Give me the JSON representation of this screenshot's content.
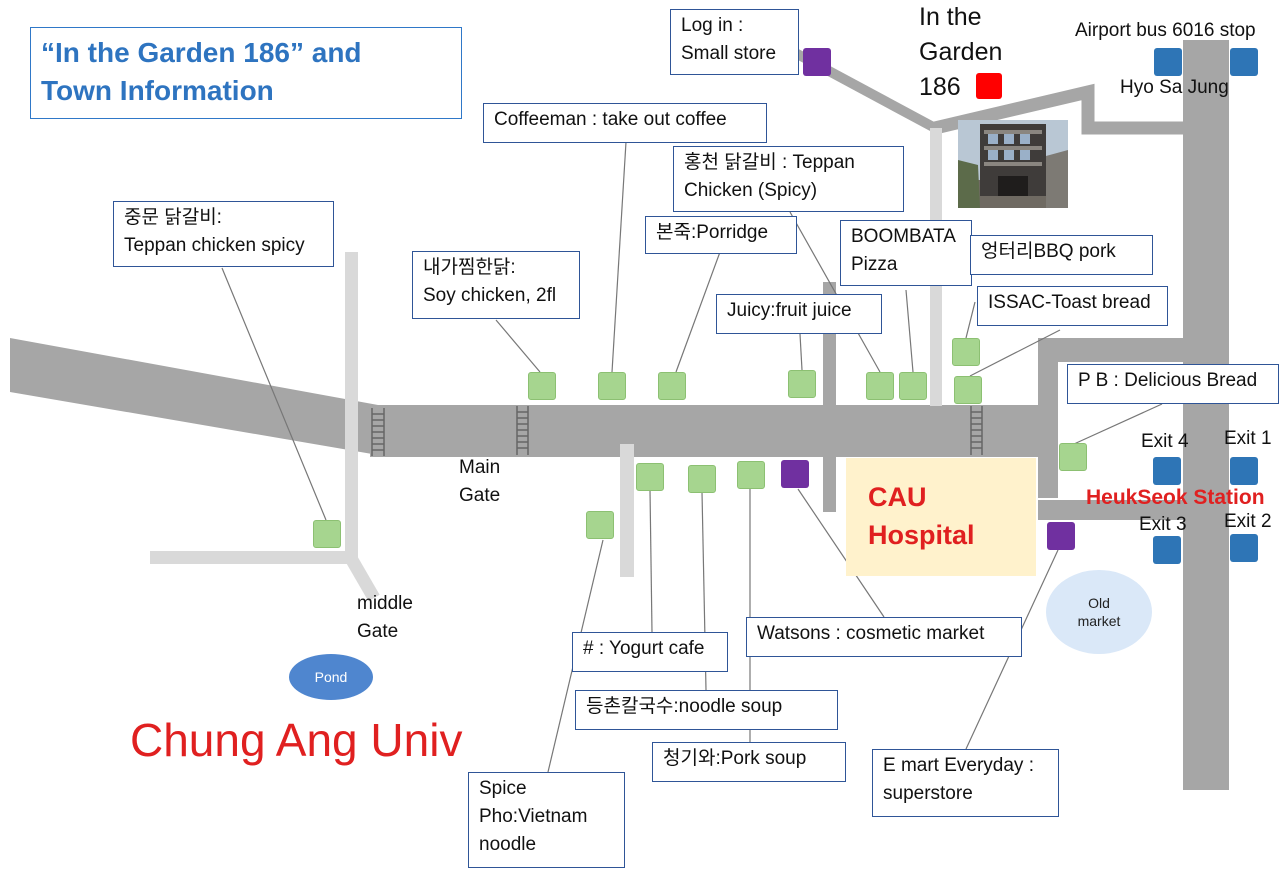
{
  "title": {
    "line1": "“In the Garden 186” and",
    "line2": "Town Information"
  },
  "colors": {
    "road": "#a6a6a6",
    "side_road": "#d9d9d9",
    "accent_red": "#e02020",
    "store_green": "#a6d58f",
    "store_purple": "#7030a0",
    "stop_blue": "#2e75b6",
    "title_blue": "#2e74c0"
  },
  "labels": {
    "in_the_garden": "In the\nGarden\n186",
    "airport_bus": "Airport bus 6016 stop",
    "hyo_sa_jung": "Hyo Sa Jung",
    "main_gate": "Main\nGate",
    "middle_gate": "middle\nGate",
    "pond": "Pond",
    "old_market": "Old\nmarket",
    "chung_ang_univ": "Chung Ang Univ",
    "cau_hospital": "CAU\nHospital",
    "heukseok_station": "HeukSeok Station",
    "exit1": "Exit 1",
    "exit2": "Exit 2",
    "exit3": "Exit 3",
    "exit4": "Exit 4"
  },
  "callouts": {
    "login": "Log in :\nSmall store",
    "coffeeman": "Coffeeman : take out coffee",
    "hongcheon": "홍천 닭갈비 : Teppan\nChicken (Spicy)",
    "jungmun": "중문 닭갈비:\nTeppan chicken spicy",
    "naega": "내가찜한닭:\nSoy chicken, 2fl",
    "bonjuk": "본죽:Porridge",
    "boombata": "BOOMBATA\nPizza",
    "eongteori": "엉터리BBQ pork",
    "juicy": "Juicy:fruit juice",
    "issac": "ISSAC-Toast bread",
    "pb": "P B : Delicious Bread",
    "yogurt": "# : Yogurt cafe",
    "watsons": "Watsons : cosmetic market",
    "deungchon": "등촌칼국수:noodle soup",
    "cheonggiwa": "청기와:Pork soup",
    "spice": "Spice\nPho:Vietnam\nnoodle",
    "emart": "E mart Everyday :\nsuperstore"
  }
}
